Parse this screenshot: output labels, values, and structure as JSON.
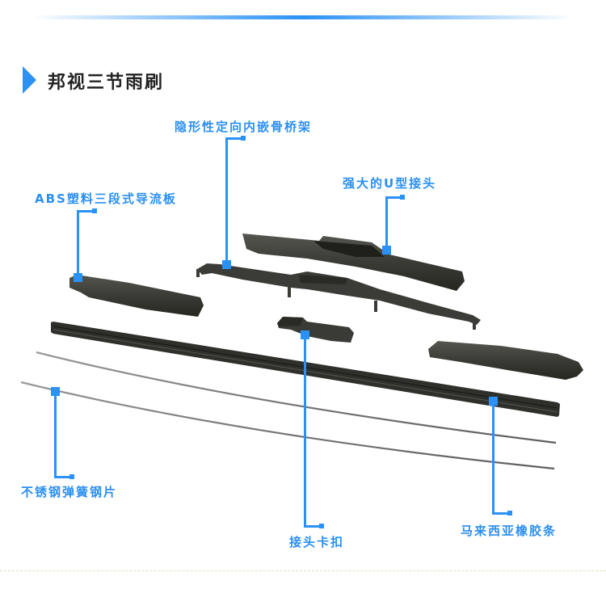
{
  "header": {
    "title": "邦视三节雨刷",
    "accent_color": "#2b91f5"
  },
  "callouts": [
    {
      "label": "隐形性定向内嵌骨桥架",
      "part": "internal-frame"
    },
    {
      "label": "ABS塑料三段式导流板",
      "part": "left-spoiler"
    },
    {
      "label": "强大的U型接头",
      "part": "center-spoiler"
    },
    {
      "label": "不锈钢弹簧钢片",
      "part": "spring-steel-strip"
    },
    {
      "label": "接头卡扣",
      "part": "connector-clip"
    },
    {
      "label": "马来西亚橡胶条",
      "part": "rubber-strip"
    }
  ],
  "colors": {
    "label_text": "#2b8ff0",
    "parts_dark": "#3a3b37",
    "steel": "#8a8a8a"
  }
}
